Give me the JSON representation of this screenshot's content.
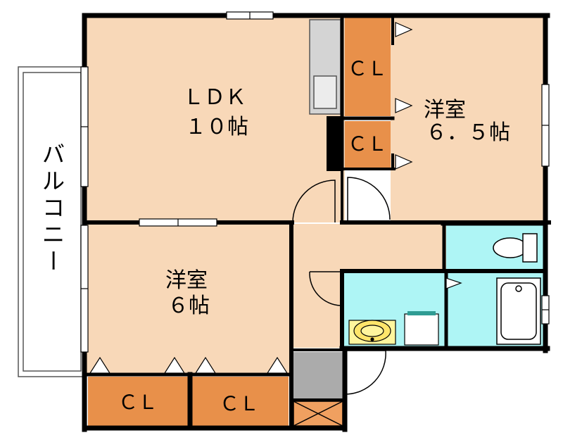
{
  "rooms": {
    "ldk": {
      "name": "ＬＤＫ",
      "size": "１０帖"
    },
    "western_65": {
      "name": "洋室",
      "size": "６．５帖"
    },
    "western_6": {
      "name": "洋室",
      "size": "６帖"
    }
  },
  "closets": {
    "upper": "ＣＬ",
    "middle": "ＣＬ",
    "bottom_left": "ＣＬ",
    "bottom_right": "ＣＬ"
  },
  "balcony": [
    "バ",
    "ル",
    "コ",
    "ニ",
    "ー"
  ],
  "colors": {
    "room_floor": "#f8d8b8",
    "closet": "#e8904a",
    "wet_area": "#aef5f5",
    "entry_floor": "#ababab",
    "wall": "#000000"
  }
}
